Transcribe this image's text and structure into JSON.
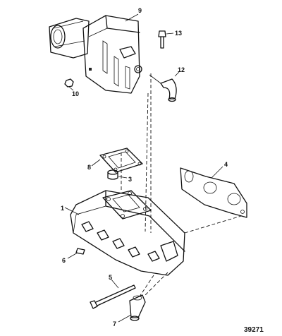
{
  "figure_number": "39271",
  "callouts": [
    {
      "id": "c1",
      "label": "1"
    },
    {
      "id": "c3",
      "label": "3"
    },
    {
      "id": "c4",
      "label": "4"
    },
    {
      "id": "c5",
      "label": "5"
    },
    {
      "id": "c6",
      "label": "6"
    },
    {
      "id": "c7",
      "label": "7"
    },
    {
      "id": "c8",
      "label": "8"
    },
    {
      "id": "c9",
      "label": "9"
    },
    {
      "id": "c10",
      "label": "10"
    },
    {
      "id": "c12",
      "label": "12"
    },
    {
      "id": "c13",
      "label": "13"
    }
  ]
}
